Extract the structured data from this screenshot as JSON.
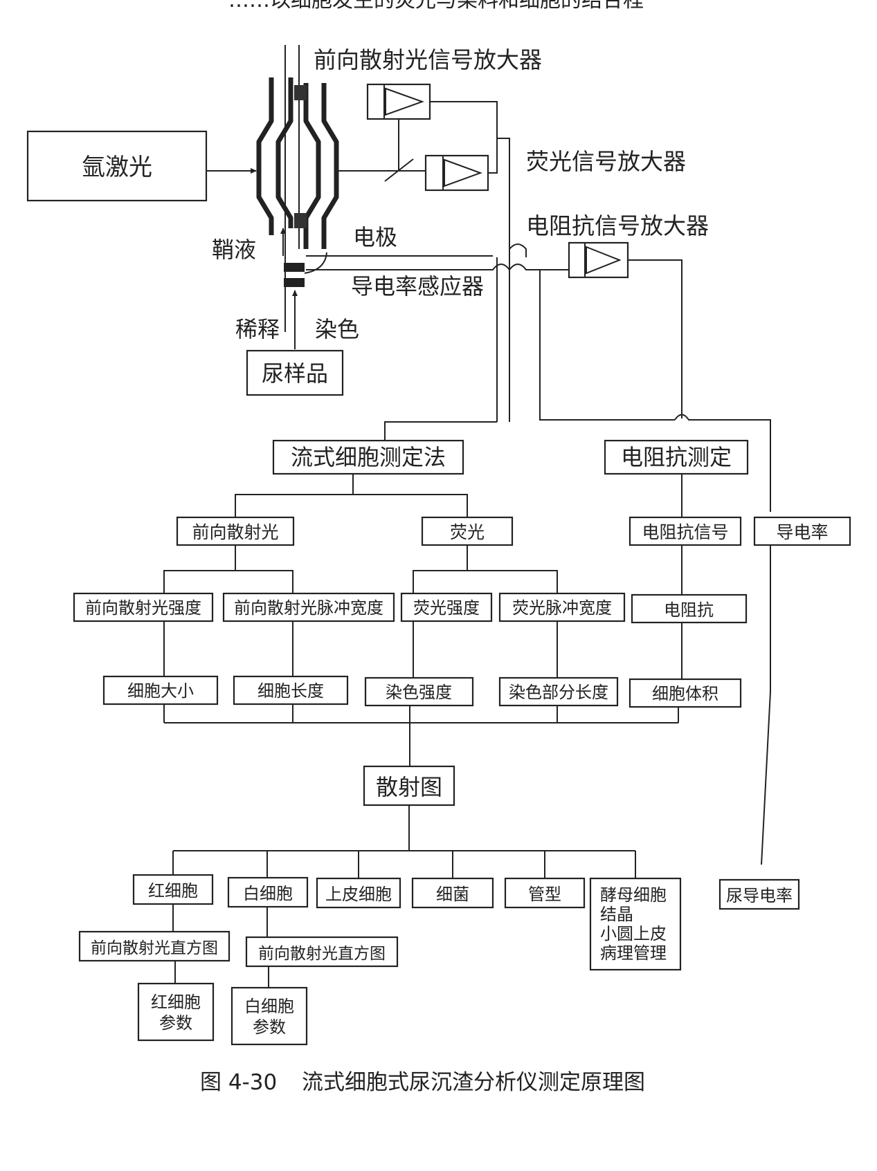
{
  "header_fragment": "……以细胞发生的荧光与染料和细胞的结合程",
  "apparatus": {
    "laser": "氩激光",
    "sheath": "鞘液",
    "electrode": "电极",
    "conductivity_sensor": "导电率感应器",
    "dilution": "稀释",
    "staining": "染色",
    "sample": "尿样品",
    "fsc_amp": "前向散射光信号放大器",
    "fl_amp": "荧光信号放大器",
    "imp_amp": "电阻抗信号放大器"
  },
  "nodes": {
    "flow_cytometry": "流式细胞测定法",
    "impedance_measure": "电阻抗测定",
    "fsc": "前向散射光",
    "fl": "荧光",
    "imp_signal": "电阻抗信号",
    "conductivity": "导电率",
    "fsc_intensity": "前向散射光强度",
    "fsc_width": "前向散射光脉冲宽度",
    "fl_intensity": "荧光强度",
    "fl_width": "荧光脉冲宽度",
    "impedance": "电阻抗",
    "cell_size": "细胞大小",
    "cell_length": "细胞长度",
    "stain_intensity": "染色强度",
    "stain_length": "染色部分长度",
    "cell_volume": "细胞体积",
    "scattergram": "散射图",
    "rbc": "红细胞",
    "wbc": "白细胞",
    "epithelial": "上皮细胞",
    "bacteria": "细菌",
    "casts": "管型",
    "others": [
      "酵母细胞",
      "结晶",
      "小圆上皮",
      "病理管理"
    ],
    "urine_conductivity": "尿导电率",
    "rbc_hist": "前向散射光直方图",
    "wbc_hist": "前向散射光直方图",
    "rbc_params": [
      "红细胞",
      "参数"
    ],
    "wbc_params": [
      "白细胞",
      "参数"
    ]
  },
  "caption": {
    "figure_no": "图 4-30",
    "title": "流式细胞式尿沉渣分析仪测定原理图"
  },
  "colors": {
    "ink": "#222222",
    "paper": "#ffffff"
  }
}
